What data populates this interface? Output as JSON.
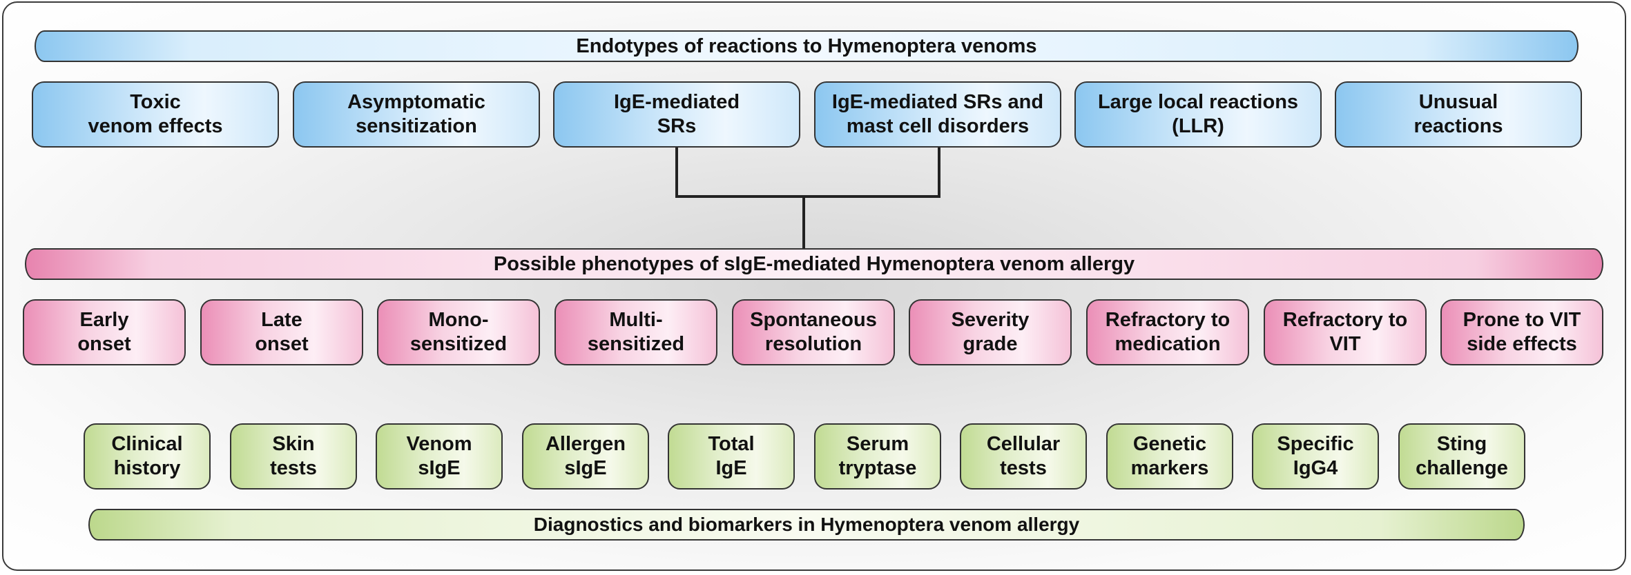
{
  "endotypes": {
    "title": "Endotypes of reactions to Hymenoptera venoms",
    "items": [
      "Toxic\nvenom effects",
      "Asymptomatic\nsensitization",
      "IgE-mediated\nSRs",
      "IgE-mediated SRs and\nmast cell disorders",
      "Large local reactions\n(LLR)",
      "Unusual\nreactions"
    ]
  },
  "phenotypes": {
    "title": "Possible phenotypes of sIgE-mediated Hymenoptera venom allergy",
    "items": [
      "Early\nonset",
      "Late\nonset",
      "Mono-\nsensitized",
      "Multi-\nsensitized",
      "Spontaneous\nresolution",
      "Severity\ngrade",
      "Refractory to\nmedication",
      "Refractory to\nVIT",
      "Prone to VIT\nside effects"
    ]
  },
  "diagnostics": {
    "title": "Diagnostics and biomarkers in Hymenoptera venom allergy",
    "items": [
      "Clinical\nhistory",
      "Skin\ntests",
      "Venom\nsIgE",
      "Allergen\nsIgE",
      "Total\nIgE",
      "Serum\ntryptase",
      "Cellular\ntests",
      "Genetic\nmarkers",
      "Specific\nIgG4",
      "Sting\nchallenge"
    ]
  },
  "colors": {
    "endotype_accent": "#8cc7f0",
    "phenotype_accent": "#e783ae",
    "diagnostic_accent": "#bcd88c",
    "border": "#333333"
  }
}
